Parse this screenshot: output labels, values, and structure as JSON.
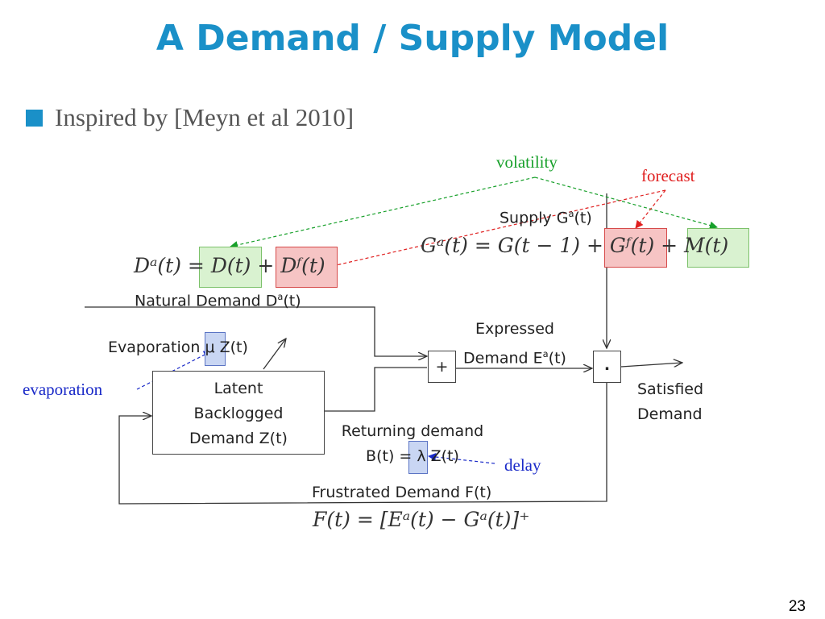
{
  "slide": {
    "title": "A Demand / Supply Model",
    "bullet": "Inspired by [Meyn et al 2010]",
    "page_number": "23"
  },
  "annotations": {
    "volatility": "volatility",
    "forecast": "forecast",
    "evaporation": "evaporation",
    "delay": "delay"
  },
  "labels": {
    "supply": "Supply G",
    "supply_sup": "a",
    "supply_tail": "(t)",
    "natural_demand": "Natural Demand D",
    "natural_demand_sup": "a",
    "natural_demand_tail": "(t)",
    "expressed_line1": "Expressed",
    "expressed_line2": "Demand E",
    "expressed_sup": "a",
    "expressed_tail": "(t)",
    "evaporation_rate": "Evaporation μ Z(t)",
    "latent_line1": "Latent",
    "latent_line2": "Backlogged",
    "latent_line3": "Demand Z(t)",
    "returning_line1": "Returning demand",
    "returning_line2": "B(t) = λ Z(t)",
    "frustrated": "Frustrated Demand F(t)",
    "satisfied_line1": "Satisfied",
    "satisfied_line2": "Demand",
    "plus_node": "+",
    "dot_node": "."
  },
  "equations": {
    "supply": "Gᵃ(t) = G(t − 1) + Gᶠ(t) + M(t)",
    "demand": "Dᵃ(t) = D(t) + Dᶠ(t)",
    "frustrated": "F(t) = [Eᵃ(t) − Gᵃ(t)]⁺"
  },
  "colors": {
    "title": "#1a90c8",
    "volatility": "#17a02a",
    "forecast": "#e02020",
    "evaporation": "#1a2ac8",
    "delay": "#1a2ac8"
  }
}
